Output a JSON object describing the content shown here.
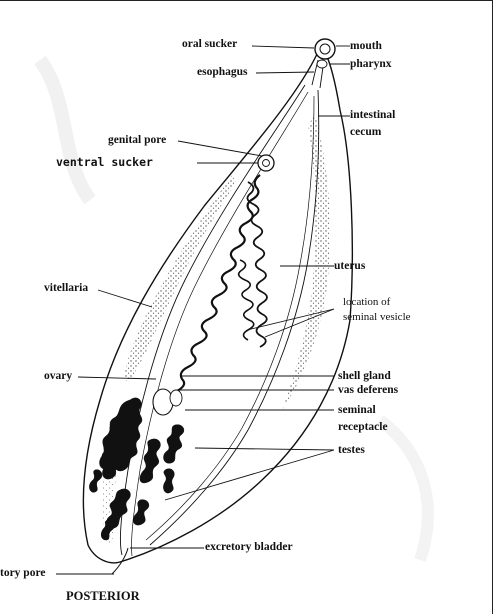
{
  "labels": {
    "oral_sucker": "oral sucker",
    "mouth": "mouth",
    "esophagus": "esophagus",
    "pharynx": "pharynx",
    "intestinal_cecum": [
      "intestinal",
      "cecum"
    ],
    "genital_pore": "genital pore",
    "ventral_sucker": "ventral sucker",
    "uterus": "uterus",
    "vitellaria": "vitellaria",
    "seminal_vesicle_location": [
      "location of",
      "seminal vesicle"
    ],
    "ovary": "ovary",
    "shell_gland": "shell gland",
    "vas_deferens": "vas deferens",
    "seminal_receptacle": [
      "seminal",
      "receptacle"
    ],
    "testes": "testes",
    "excretory_bladder": "excretory bladder",
    "excretory_pore": "tory pore",
    "posterior": "POSTERIOR"
  },
  "colors": {
    "ink": "#111111",
    "stipple": "#555555",
    "background": "#ffffff"
  }
}
